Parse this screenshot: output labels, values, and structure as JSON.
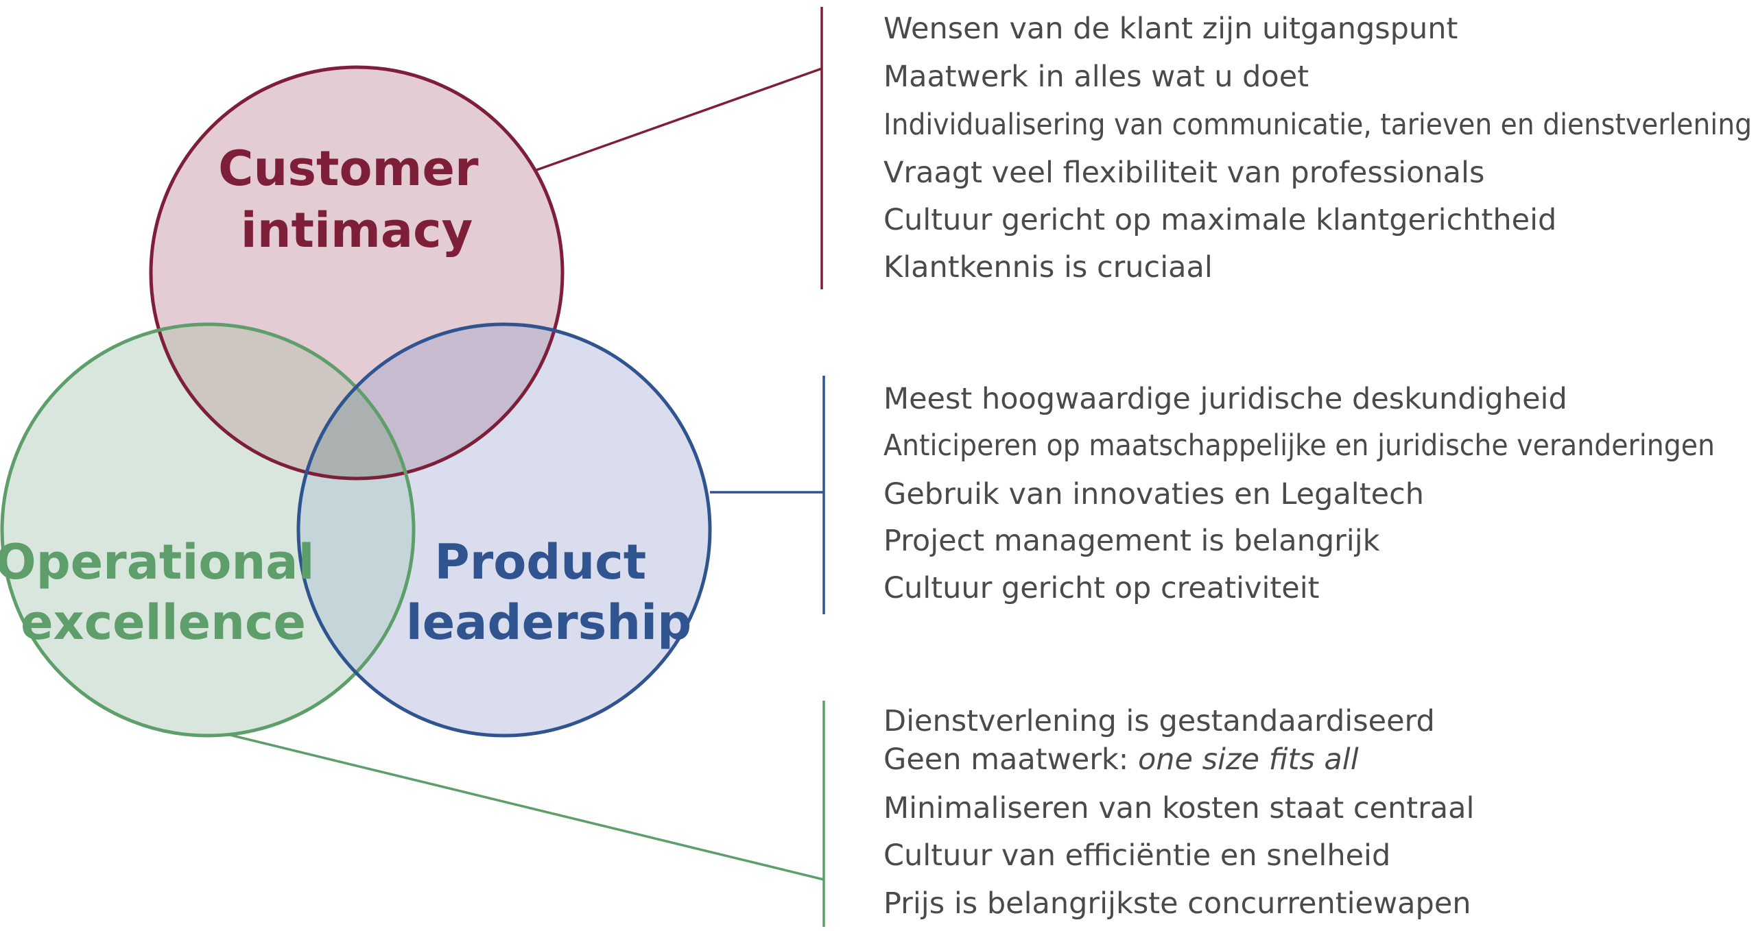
{
  "colors": {
    "customer_stroke": "#7e1f3a",
    "customer_fill": "#e4ccd4",
    "product_stroke": "#2f5490",
    "product_fill": "#d9ddee",
    "operational_stroke": "#5e9e6a",
    "operational_fill": "#d9e6dd",
    "text": "#4a4a4a"
  },
  "circles": {
    "customer": {
      "label_line1": "Customer",
      "label_line2": "intimacy"
    },
    "product": {
      "label_line1": "Product",
      "label_line2": "leadership"
    },
    "operational": {
      "label_line1": "Operational",
      "label_line2": "excellence"
    }
  },
  "customer_list": {
    "items": [
      "Wensen van de klant zijn uitgangspunt",
      "Maatwerk in alles wat u doet",
      "Individualisering van communicatie, tarieven en dienstverlening",
      "Vraagt veel flexibiliteit van professionals",
      "Cultuur gericht op maximale klantgerichtheid",
      "Klantkennis is cruciaal"
    ]
  },
  "product_list": {
    "items": [
      "Meest hoogwaardige juridische deskundigheid",
      "Anticiperen op maatschappelijke en juridische veranderingen",
      "Gebruik van innovaties en Legaltech",
      "Project management is belangrijk",
      "Cultuur gericht op creativiteit"
    ]
  },
  "operational_list": {
    "item_1": "Dienstverlening is gestandaardiseerd",
    "item_2_prefix": "Geen maatwerk: ",
    "item_2_em": "one size fits all",
    "item_3": "Minimaliseren van kosten staat centraal",
    "item_4": "Cultuur van efficiëntie en snelheid",
    "item_5": "Prijs is belangrijkste concurrentiewapen"
  }
}
